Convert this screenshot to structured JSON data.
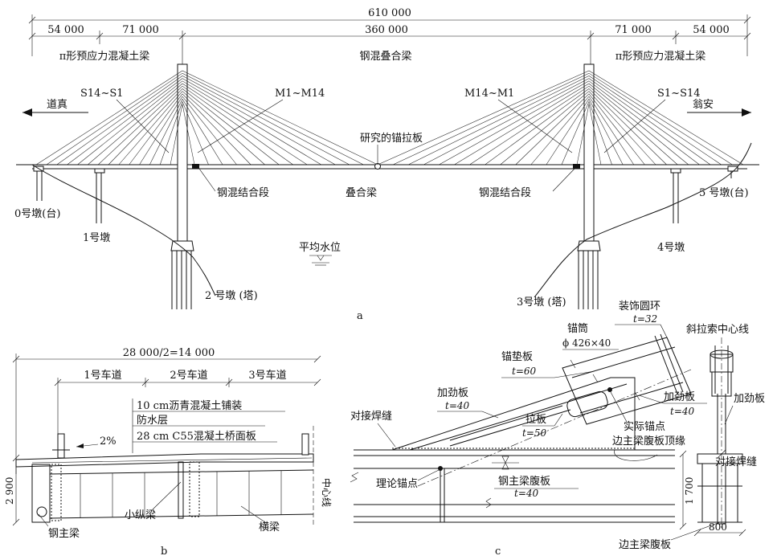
{
  "panel_a": {
    "total_span": "610 000",
    "spans": [
      "54 000",
      "71 000",
      "360 000",
      "71 000",
      "54 000"
    ],
    "beam_left": "π形预应力混凝土梁",
    "beam_mid": "钢混叠合梁",
    "beam_right": "π形预应力混凝土梁",
    "cable_s_left": "S14~S1",
    "cable_m_left": "M1~M14",
    "cable_m_right": "M14~M1",
    "cable_s_right": "S1~S14",
    "dir_left": "道真",
    "dir_right": "翁安",
    "studied_plate": "研究的锚拉板",
    "joint_left": "钢混结合段",
    "composite": "叠合梁",
    "joint_right": "钢混结合段",
    "pier0": "0号墩(台)",
    "pier1": "1号墩",
    "pier2": "2 号墩 (塔)",
    "pier3": "3号墩 (塔)",
    "pier4": "4号墩",
    "pier5": "5 号墩(台)",
    "water": "平均水位",
    "label": "a"
  },
  "panel_b": {
    "half_width": "28 000/2=14 000",
    "lanes": [
      "1号车道",
      "2号车道",
      "3号车道"
    ],
    "layer1": "10 cm沥青混凝土铺装",
    "layer2": "防水层",
    "layer3": "28 cm C55混凝土桥面板",
    "slope": "2%",
    "height": "2 900",
    "centerline": "中心线",
    "small_beam": "小纵梁",
    "main_beam": "钢主梁",
    "cross_beam": "横梁",
    "label": "b"
  },
  "panel_c": {
    "ring": "装饰圆环",
    "ring_t": "t=32",
    "tube": "锚筒",
    "tube_dim": "ϕ 426×40",
    "pad": "锚垫板",
    "pad_t": "t=60",
    "stiff1": "加劲板",
    "stiff1_t": "t=40",
    "weld_left": "对接焊缝",
    "pull": "拉板",
    "pull_t": "t=50",
    "stiff2": "加劲板",
    "stiff2_t": "t=40",
    "actual_anchor": "实际锚点",
    "web_top": "边主梁腹板顶缘",
    "theory_anchor": "理论锚点",
    "web": "钢主梁腹板",
    "web_t": "t=40",
    "cable_center": "斜拉索中心线",
    "stiff3": "加劲板",
    "weld_right": "对接焊缝",
    "dim_1700": "1 700",
    "dim_800": "800",
    "edge_web": "边主梁腹板",
    "label": "c"
  }
}
